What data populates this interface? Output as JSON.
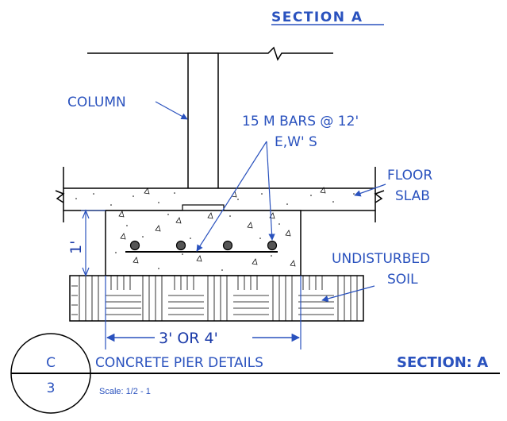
{
  "header": {
    "section_title": "SECTION A"
  },
  "labels": {
    "column": "COLUMN",
    "bars_line1": "15 M  BARS @ 12'",
    "bars_line2": "E,W' S",
    "floor_line1": "FLOOR",
    "floor_line2": "SLAB",
    "undisturbed_line1": "UNDISTURBED",
    "undisturbed_line2": "SOIL"
  },
  "dimensions": {
    "height": "1'",
    "width": "3' OR 4'"
  },
  "title_block": {
    "detail_letter": "C",
    "sheet_number": "3",
    "title_regular": "CONCRETE PIER DETAILS",
    "title_bold": "SECTION: A",
    "scale": "Scale: 1/2 - 1"
  },
  "colors": {
    "annotation": "#2a52be",
    "linework": "#000000"
  }
}
